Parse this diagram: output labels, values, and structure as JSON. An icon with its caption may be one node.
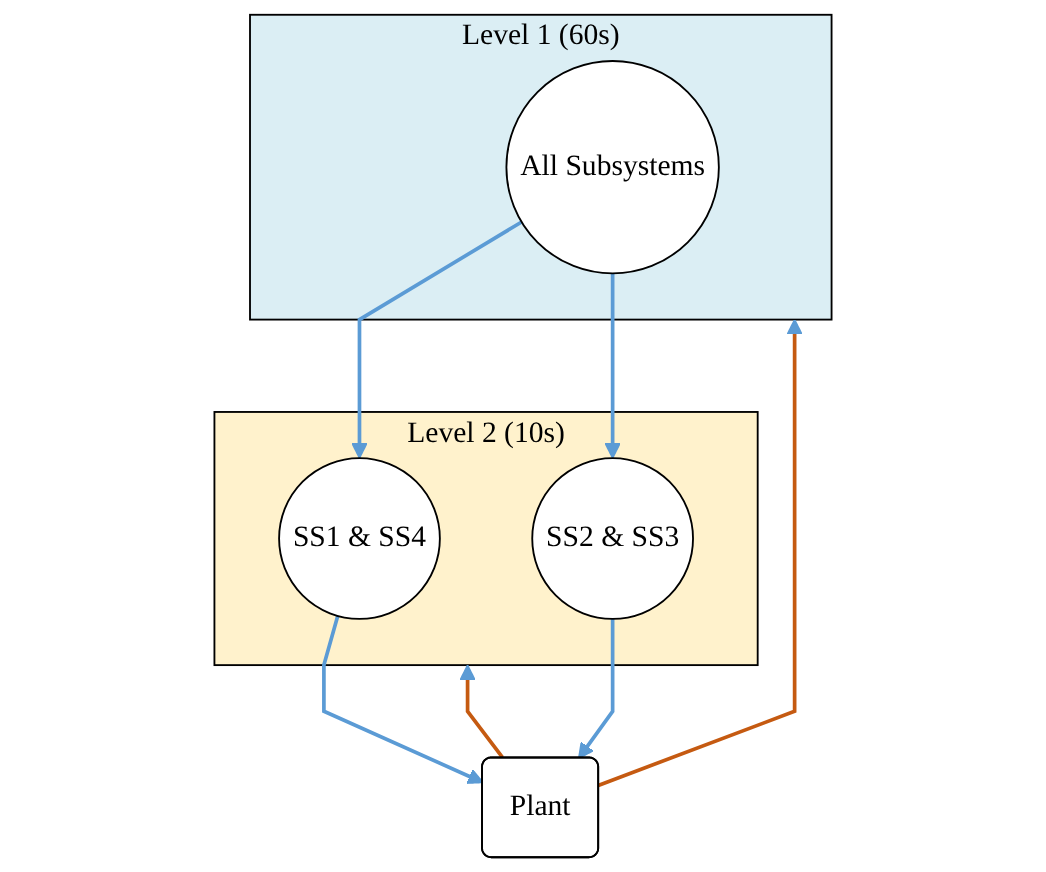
{
  "diagram": {
    "nodes": [
      {
        "text": [
          "Level 1 (60s)"
        ]
      },
      {
        "text": [
          "All Subsystems"
        ],
        "in": 0
      },
      {
        "text": [
          "Level 2 (10s)"
        ]
      },
      {
        "text": [
          "SS1 & SS4"
        ],
        "in": 2
      },
      {
        "text": [
          "SS2 & SS3"
        ],
        "in": 2
      },
      {
        "text": [
          "Plant"
        ]
      }
    ],
    "edges": [
      {
        "from": 1,
        "to": 3,
        "arrow": "to"
      },
      {
        "from": 1,
        "to": 4,
        "arrow": "to"
      },
      {
        "from": 3,
        "to": 5,
        "arrow": "to"
      },
      {
        "from": 4,
        "to": 5,
        "arrow": "to"
      },
      {
        "from": 5,
        "to": 0,
        "arrow": "to",
        "color": "#c55a11"
      },
      {
        "from": 5,
        "to": 2,
        "arrow": "to",
        "color": "#c55a11"
      }
    ]
  }
}
